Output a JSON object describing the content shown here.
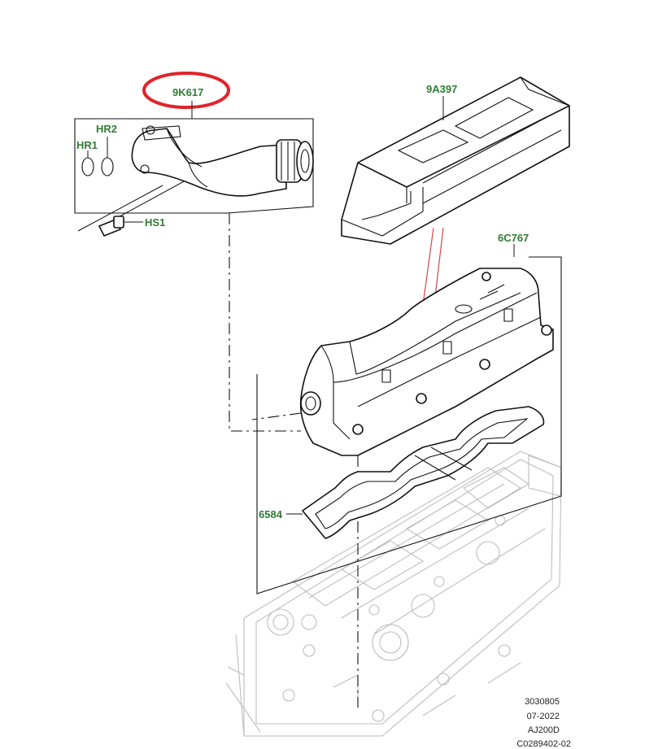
{
  "diagram": {
    "callouts": {
      "hose": "9K617",
      "ring2": "HR2",
      "ring1": "HR1",
      "bolt": "HS1",
      "duct": "9A397",
      "cover": "6C767",
      "gasket": "6584"
    },
    "reference": {
      "line1": "3030805",
      "line2": "07-2022",
      "line3": "AJ200D",
      "line4": "C0289402-02"
    },
    "highlight_color": "#e0242b",
    "label_color": "#2e7d32"
  }
}
